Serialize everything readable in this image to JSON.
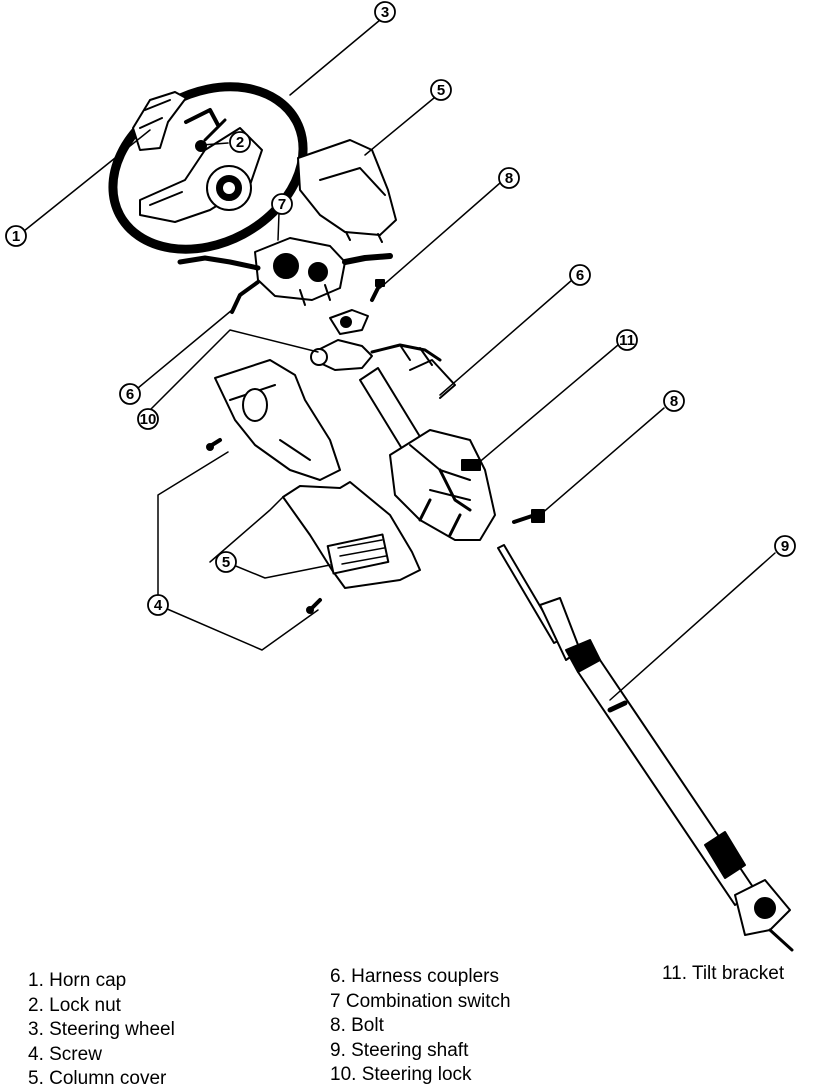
{
  "callouts": [
    "1",
    "2",
    "3",
    "4",
    "5",
    "5",
    "6",
    "6",
    "7",
    "8",
    "8",
    "9",
    "10",
    "11"
  ],
  "legend": {
    "column_1": [
      "1. Horn cap",
      "2. Lock nut",
      "3. Steering wheel",
      "4. Screw",
      "5. Column cover"
    ],
    "column_2": [
      "6. Harness couplers",
      "7 Combination switch",
      "8. Bolt",
      "9. Steering shaft",
      "10. Steering lock"
    ],
    "column_3": [
      "11. Tilt bracket"
    ]
  }
}
